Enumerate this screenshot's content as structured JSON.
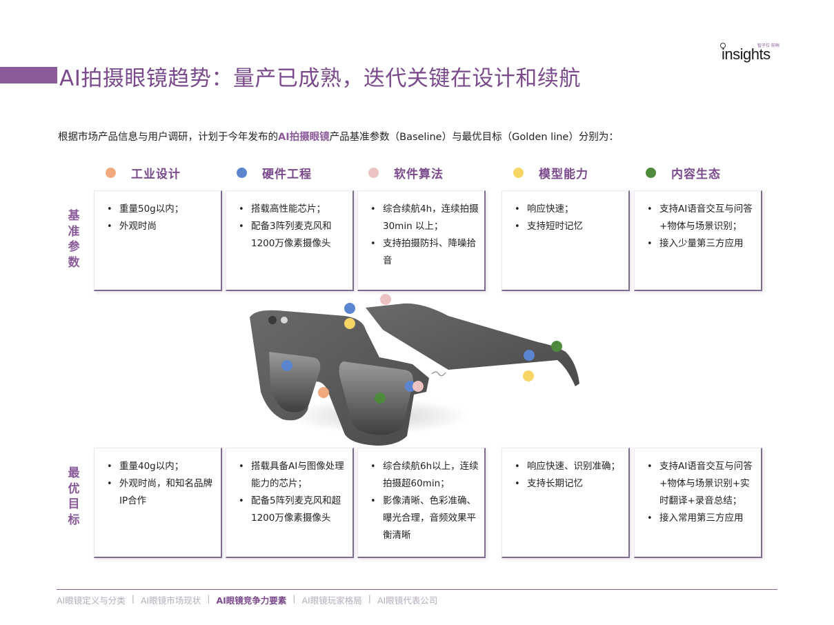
{
  "header": {
    "title": "AI拍摄眼镜趋势：量产已成熟，迭代关键在设计和续航",
    "logo_small": "智子位 前哨",
    "logo_main": "insights"
  },
  "intro": {
    "prefix": "根据市场产品信息与用户调研，计划于今年发布的",
    "highlight": "AI拍摄眼镜",
    "suffix": "产品基准参数（Baseline）与最优目标（Golden line）分别为："
  },
  "categories": [
    {
      "label": "工业设计",
      "color": "#f2a97e"
    },
    {
      "label": "硬件工程",
      "color": "#5b86cf"
    },
    {
      "label": "软件算法",
      "color": "#ecc2c2"
    },
    {
      "label": "模型能力",
      "color": "#f6d565"
    },
    {
      "label": "内容生态",
      "color": "#4e8a3c"
    }
  ],
  "baseline": {
    "label": [
      "基",
      "准",
      "参",
      "数"
    ],
    "cards": [
      [
        "重量50g以内；",
        "外观时尚"
      ],
      [
        "搭载高性能芯片；",
        "配备3阵列麦克风和1200万像素摄像头"
      ],
      [
        "综合续航4h，连续拍摄30min 以上；",
        "支持拍摄防抖、降噪拾音"
      ],
      [
        "响应快速；",
        "支持短时记忆"
      ],
      [
        "支持AI语音交互与问答+物体与场景识别；",
        "接入少量第三方应用"
      ]
    ]
  },
  "golden": {
    "label": [
      "最",
      "优",
      "目",
      "标"
    ],
    "cards": [
      [
        "重量40g以内；",
        "外观时尚，和知名品牌IP合作"
      ],
      [
        "搭载具备AI与图像处理能力的芯片；",
        "配备5阵列麦克风和超1200万像素摄像头"
      ],
      [
        "综合续航6h以上，连续拍摄超60min；",
        "影像清晰、色彩准确、曝光合理，音频效果平衡清晰"
      ],
      [
        "响应快速、识别准确；",
        "支持长期记忆"
      ],
      [
        "支持AI语音交互与问答+物体与场景识别+实时翻译+录音总结；",
        "接入常用第三方应用"
      ]
    ]
  },
  "footer": {
    "nav": [
      {
        "label": "AI眼镜定义与分类",
        "active": false
      },
      {
        "label": "AI眼镜市场现状",
        "active": false
      },
      {
        "label": "AI眼镜竞争力要素",
        "active": true
      },
      {
        "label": "AI眼镜玩家格局",
        "active": false
      },
      {
        "label": "AI眼镜代表公司",
        "active": false
      }
    ]
  }
}
